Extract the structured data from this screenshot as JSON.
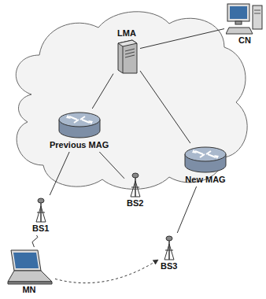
{
  "diagram": {
    "nodes": [
      {
        "text": [
          "CN"
        ]
      },
      {
        "text": [
          "LMA"
        ]
      },
      {
        "text": [
          "Previous MAG"
        ]
      },
      {
        "text": [
          "New MAG"
        ]
      },
      {
        "text": [
          "BS1"
        ]
      },
      {
        "text": [
          "BS2"
        ]
      },
      {
        "text": [
          "BS3"
        ]
      },
      {
        "text": [
          "MN"
        ]
      }
    ],
    "edges": [
      {
        "from": 1,
        "to": 0,
        "arrow": "none"
      },
      {
        "from": 1,
        "to": 2,
        "arrow": "none"
      },
      {
        "from": 1,
        "to": 3,
        "arrow": "none"
      },
      {
        "from": 2,
        "to": 4,
        "arrow": "none"
      },
      {
        "from": 2,
        "to": 5,
        "arrow": "none"
      },
      {
        "from": 3,
        "to": 6,
        "arrow": "none"
      },
      {
        "from": 4,
        "to": 7,
        "arrow": "none"
      },
      {
        "from": 7,
        "to": 6,
        "arrow": "to"
      }
    ]
  }
}
